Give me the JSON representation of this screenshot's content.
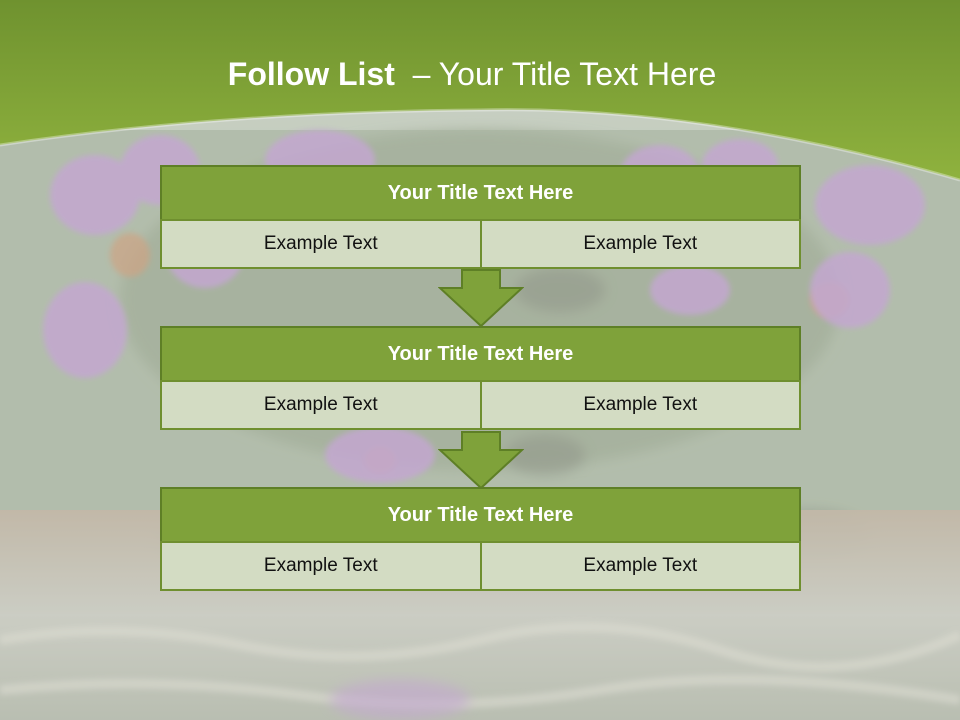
{
  "slide": {
    "title_lead": "Follow List",
    "title_rest": "  – Your Title Text Here"
  },
  "blocks": [
    {
      "title": "Your Title Text Here",
      "left": "Example Text",
      "right": "Example Text"
    },
    {
      "title": "Your Title Text Here",
      "left": "Example Text",
      "right": "Example Text"
    },
    {
      "title": "Your Title Text Here",
      "left": "Example Text",
      "right": "Example Text"
    }
  ],
  "colors": {
    "header_green": "#7fa23a",
    "title_bar": "#7fa23a",
    "cell_fill": "#d3dcc3",
    "arrow": "#7fa23a"
  },
  "icons": {
    "connector": "arrow-down-icon"
  }
}
